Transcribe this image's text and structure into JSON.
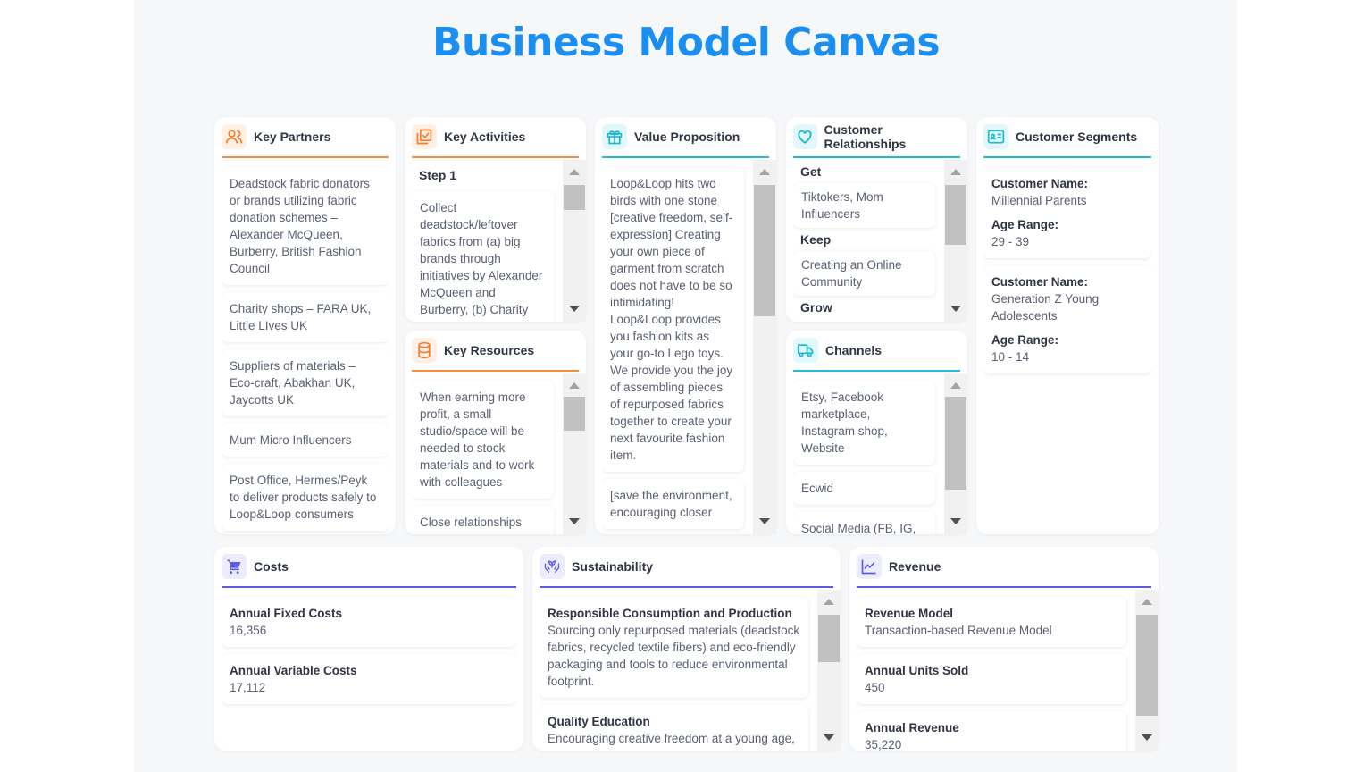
{
  "title": "Business Model Canvas",
  "colors": {
    "title": "#1b8ef2",
    "orange": "#fb8c3c",
    "cyan": "#22bcd6",
    "purple": "#5c5ce0"
  },
  "key_partners": {
    "title": "Key Partners",
    "icon": "users-icon",
    "items": [
      "Deadstock fabric donators or brands utilizing fabric donation schemes – Alexander McQueen, Burberry, British Fashion Council",
      "Charity shops – FARA UK, Little LIves UK",
      "Suppliers of materials –  Eco-craft, Abakhan UK, Jaycotts UK",
      "Mum Micro Influencers",
      "Post Office, Hermes/Peyk to deliver products safely to Loop&Loop consumers"
    ]
  },
  "key_activities": {
    "title": "Key Activities",
    "icon": "checklist-icon",
    "step": "Step 1",
    "items": [
      "Collect deadstock/leftover fabrics from (a) big brands through initiatives by Alexander McQueen and Burberry, (b) Charity Shops prior to"
    ]
  },
  "key_resources": {
    "title": "Key Resources",
    "icon": "database-icon",
    "items": [
      "When earning more profit, a small studio/space will be needed to stock materials and to work with colleagues",
      "Close relationships with partnered"
    ]
  },
  "value_proposition": {
    "title": "Value Proposition",
    "icon": "gift-icon",
    "items": [
      "Loop&Loop hits two birds with one stone [creative freedom, self-expression] Creating your own piece of garment from scratch does not have to be so intimidating! Loop&Loop provides you fashion kits as your go-to Lego toys. We provide you the joy of assembling pieces of repurposed fabrics together to create your next favourite fashion item.",
      "[save the environment, encouraging closer"
    ]
  },
  "customer_relationships": {
    "title": "Customer Relationships",
    "icon": "heart-icon",
    "groups": [
      {
        "label": "Get",
        "items": [
          "Tiktokers, Mom Influencers"
        ]
      },
      {
        "label": "Keep",
        "items": [
          "Creating an Online Community"
        ]
      },
      {
        "label": "Grow",
        "items": []
      }
    ]
  },
  "channels": {
    "title": "Channels",
    "icon": "truck-icon",
    "items": [
      "Etsy, Facebook marketplace, Instagram shop, Website",
      "Ecwid",
      "Social Media (FB, IG, YT, Tiktok)"
    ]
  },
  "customer_segments": {
    "title": "Customer Segments",
    "icon": "id-card-icon",
    "segments": [
      {
        "name_label": "Customer Name:",
        "name": "Millennial Parents",
        "age_label": "Age Range:",
        "age": "29 - 39"
      },
      {
        "name_label": "Customer Name:",
        "name": "Generation Z Young Adolescents",
        "age_label": "Age Range:",
        "age": "10 - 14"
      }
    ]
  },
  "costs": {
    "title": "Costs",
    "icon": "cart-icon",
    "items": [
      {
        "label": "Annual Fixed Costs",
        "value": "16,356"
      },
      {
        "label": "Annual Variable Costs",
        "value": "17,112"
      }
    ]
  },
  "sustainability": {
    "title": "Sustainability",
    "icon": "plant-hands-icon",
    "items": [
      {
        "label": "Responsible Consumption and Production",
        "value": "Sourcing only repurposed materials (deadstock fabrics, recycled textile fibers) and eco-friendly packaging and tools to reduce environmental footprint."
      },
      {
        "label": "Quality Education",
        "value": "Encouraging creative freedom at a young age, providing them a \"glimpse of fashion\""
      }
    ]
  },
  "revenue": {
    "title": "Revenue",
    "icon": "chart-line-icon",
    "items": [
      {
        "label": "Revenue Model",
        "value": "Transaction-based Revenue Model"
      },
      {
        "label": "Annual Units Sold",
        "value": "450"
      },
      {
        "label": "Annual Revenue",
        "value": "35,220"
      }
    ]
  }
}
